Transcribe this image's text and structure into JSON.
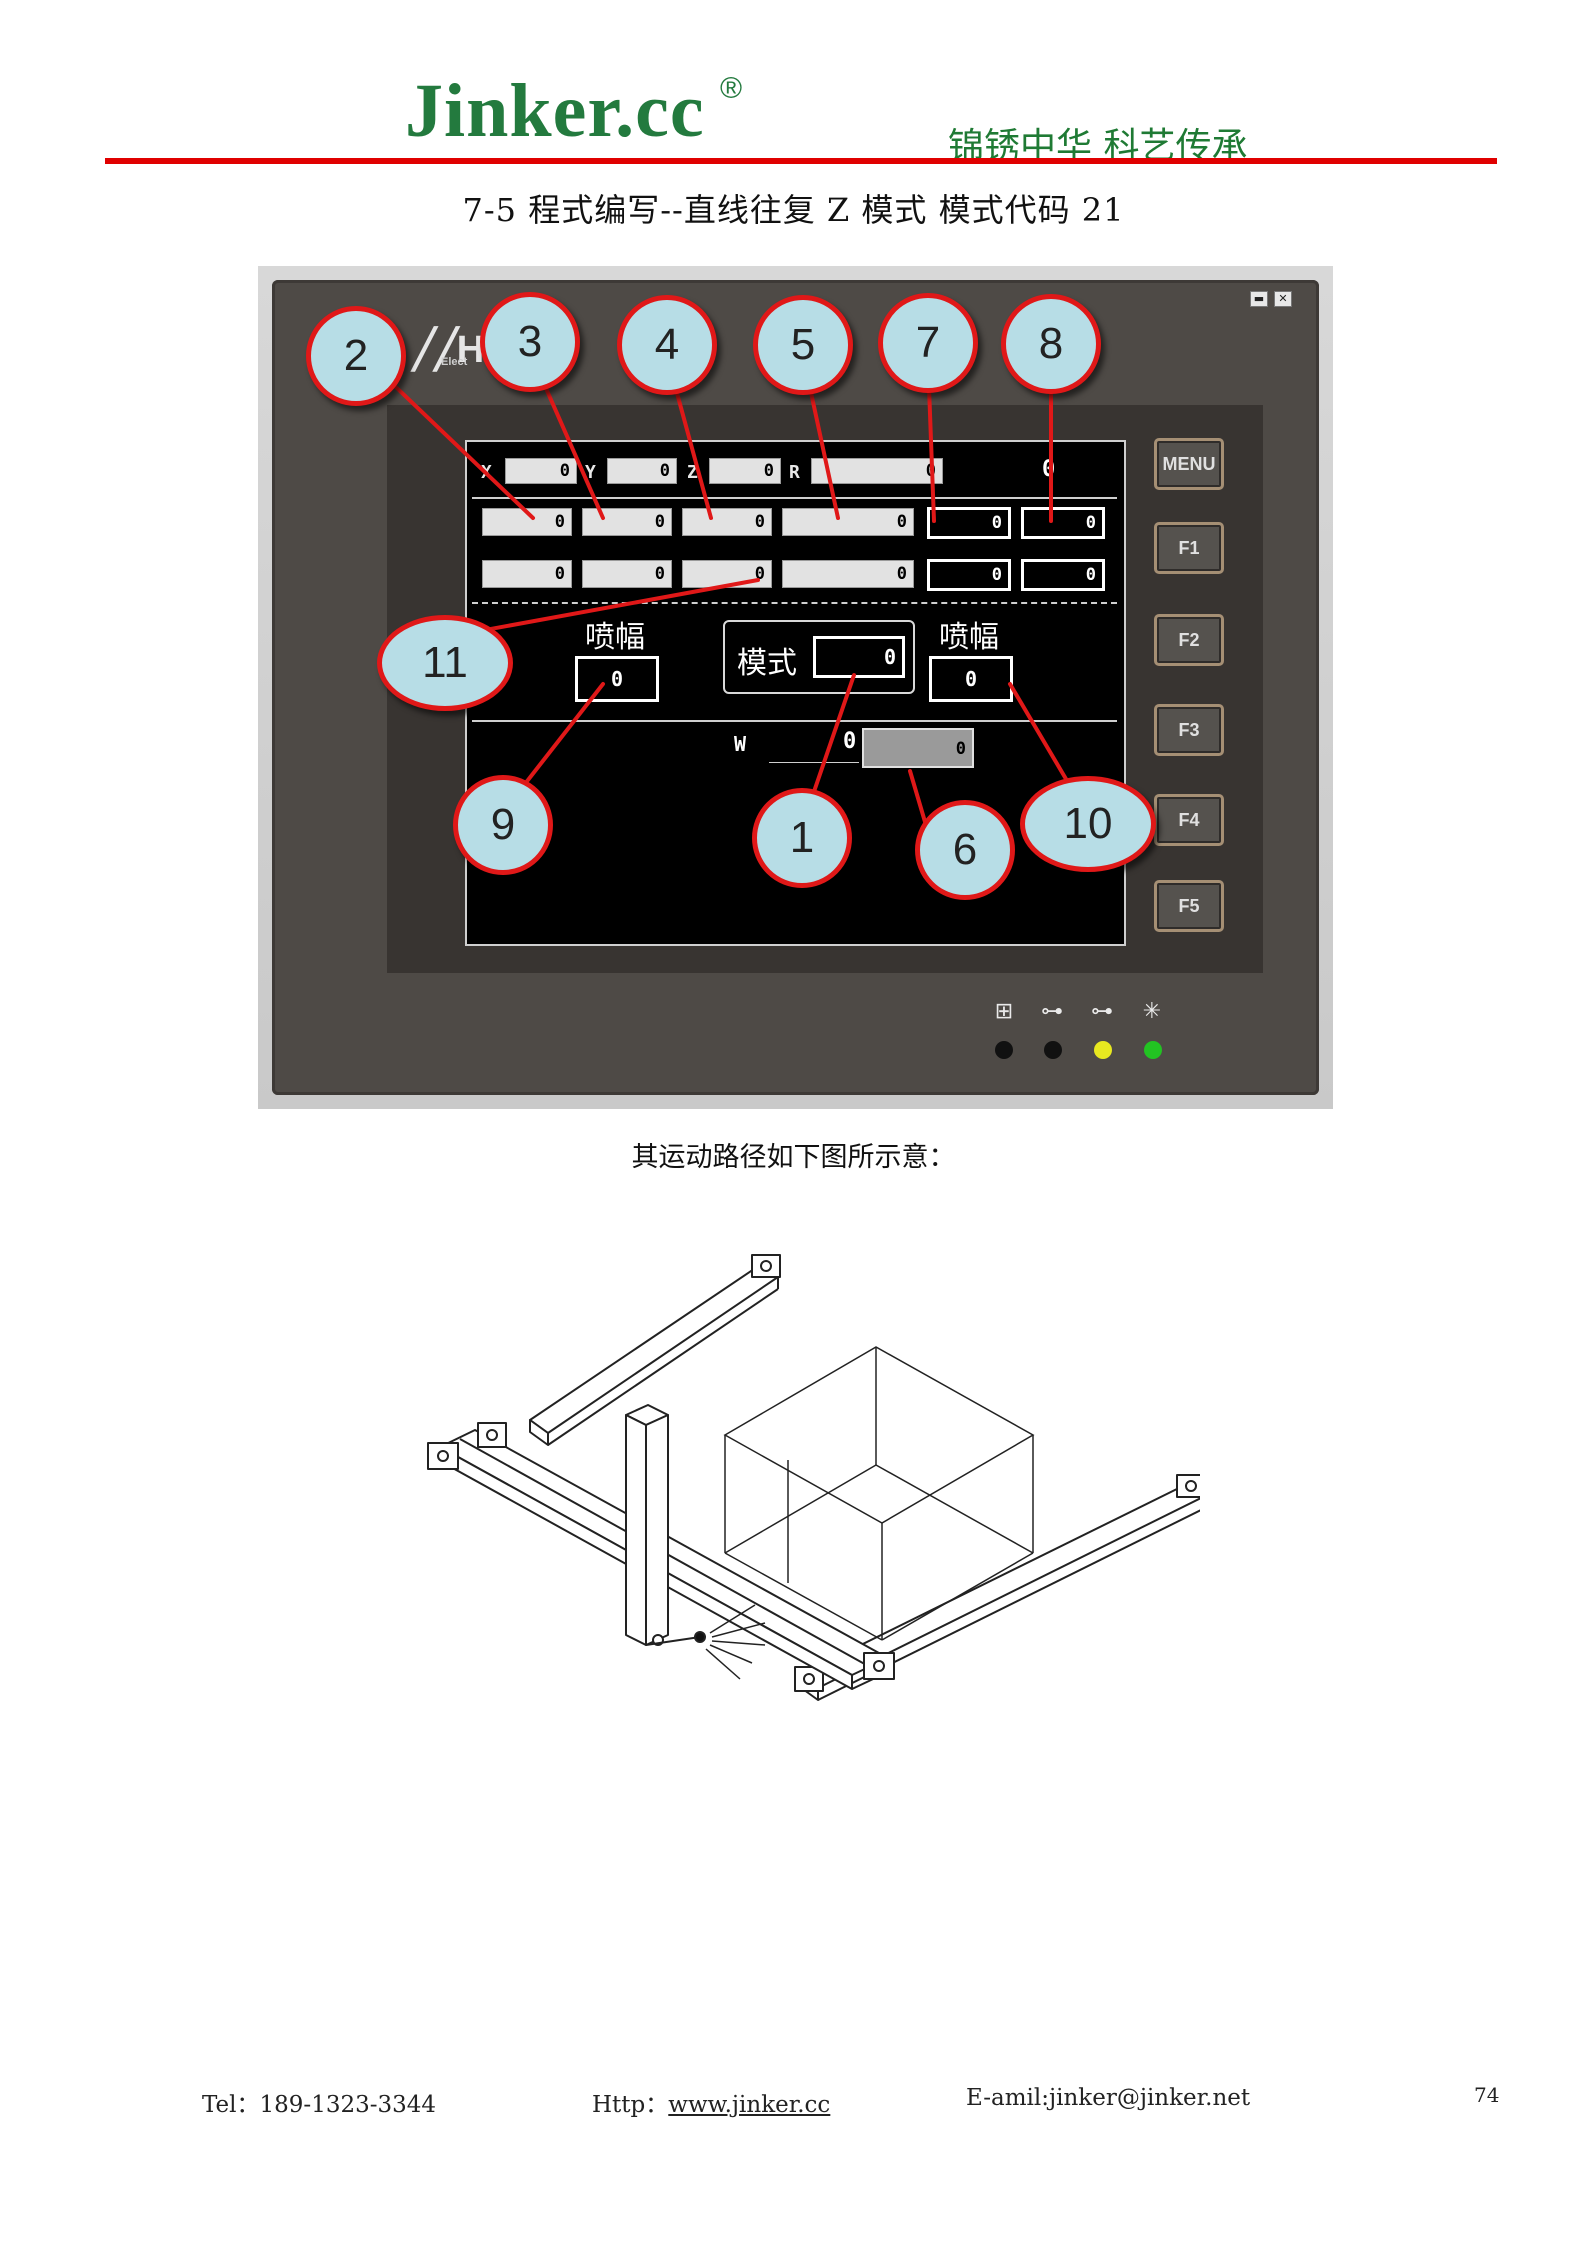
{
  "header": {
    "logo": "Jinker.cc",
    "logo_mark": "®",
    "slogan": "锦锈中华 科艺传承"
  },
  "section_title": "7-5 程式编写--直线往复 Z 模式 模式代码 21",
  "hmi": {
    "brand_mark": "HI",
    "brand_sub": "Elect",
    "window_buttons": [
      "minimize-icon",
      "close-icon"
    ],
    "axis_labels": [
      "X",
      "Y",
      "Z",
      "R"
    ],
    "top_row_values": [
      "0",
      "0",
      "0",
      "0"
    ],
    "top_row_extra": "0",
    "row2_values": [
      "0",
      "0",
      "0",
      "0",
      "0",
      "0"
    ],
    "row3_values": [
      "0",
      "0",
      "0",
      "0",
      "0",
      "0"
    ],
    "spray_label_left": "喷幅",
    "spray_value_left": "0",
    "mode_label": "模式",
    "mode_value": "0",
    "spray_label_right": "喷幅",
    "spray_value_right": "0",
    "w_label": "W",
    "w_value": "0",
    "w_box_value": "0",
    "side_keys": [
      "MENU",
      "F1",
      "F2",
      "F3",
      "F4",
      "F5"
    ],
    "status_icons": [
      "network-icon",
      "key-icon",
      "key-icon",
      "light-icon"
    ],
    "status_led_colors": [
      "#111111",
      "#111111",
      "#e8e820",
      "#22c322"
    ],
    "callouts": [
      "2",
      "3",
      "4",
      "5",
      "7",
      "8",
      "11",
      "9",
      "1",
      "6",
      "10"
    ]
  },
  "caption": "其运动路径如下图所示意：",
  "footer": {
    "tel": "Tel：189-1323-3344",
    "http_label": "Http：",
    "http_link": "www.jinker.cc",
    "email": "E-amil:jinker@jinker.net",
    "page_number": "74"
  }
}
